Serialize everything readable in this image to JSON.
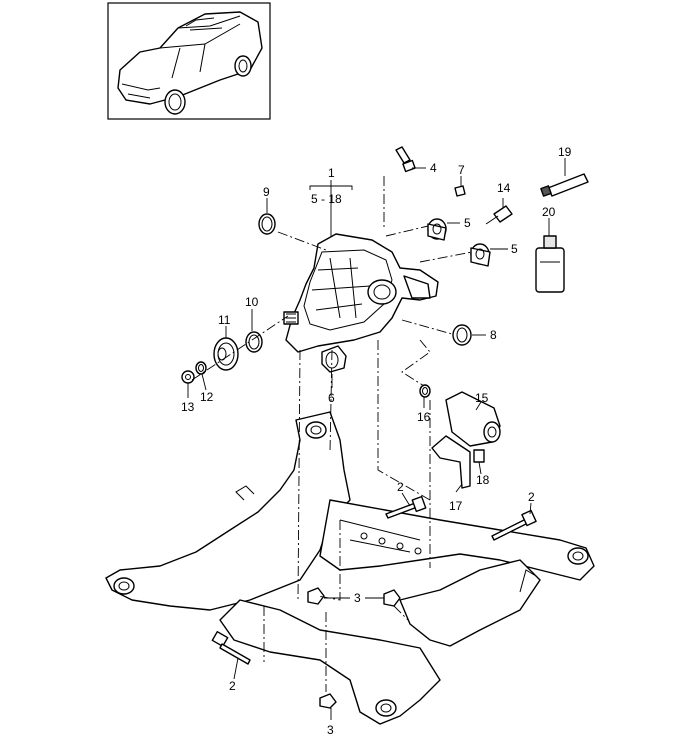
{
  "callouts": {
    "c1": "1",
    "c1_range": "5 - 18",
    "c2a": "2",
    "c2b": "2",
    "c2c": "2",
    "c3a": "3",
    "c3b": "3",
    "c4": "4",
    "c5a": "5",
    "c5b": "5",
    "c6": "6",
    "c7": "7",
    "c8": "8",
    "c9": "9",
    "c10": "10",
    "c11": "11",
    "c12": "12",
    "c13": "13",
    "c14": "14",
    "c15": "15",
    "c16": "16",
    "c17": "17",
    "c18": "18",
    "c19": "19",
    "c20": "20"
  }
}
